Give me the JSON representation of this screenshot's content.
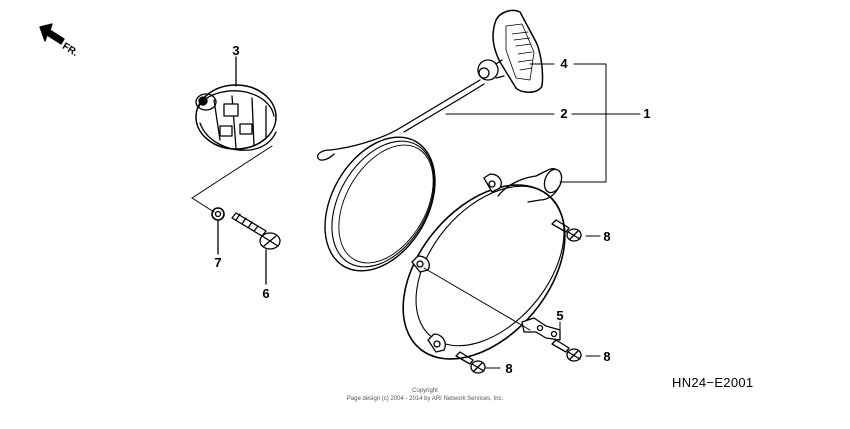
{
  "direction": {
    "label": "FR.",
    "icon": "arrow-front-icon"
  },
  "callouts": {
    "c1": "1",
    "c2": "2",
    "c3": "3",
    "c4": "4",
    "c5": "5",
    "c6": "6",
    "c7": "7",
    "c8a": "8",
    "c8b": "8",
    "c8c": "8"
  },
  "diagram_code": "HN24−E2001",
  "copyright": {
    "line1": "Copyright",
    "line2": "Page design (c) 2004 - 2014 by ARI Network Services, Inc."
  }
}
